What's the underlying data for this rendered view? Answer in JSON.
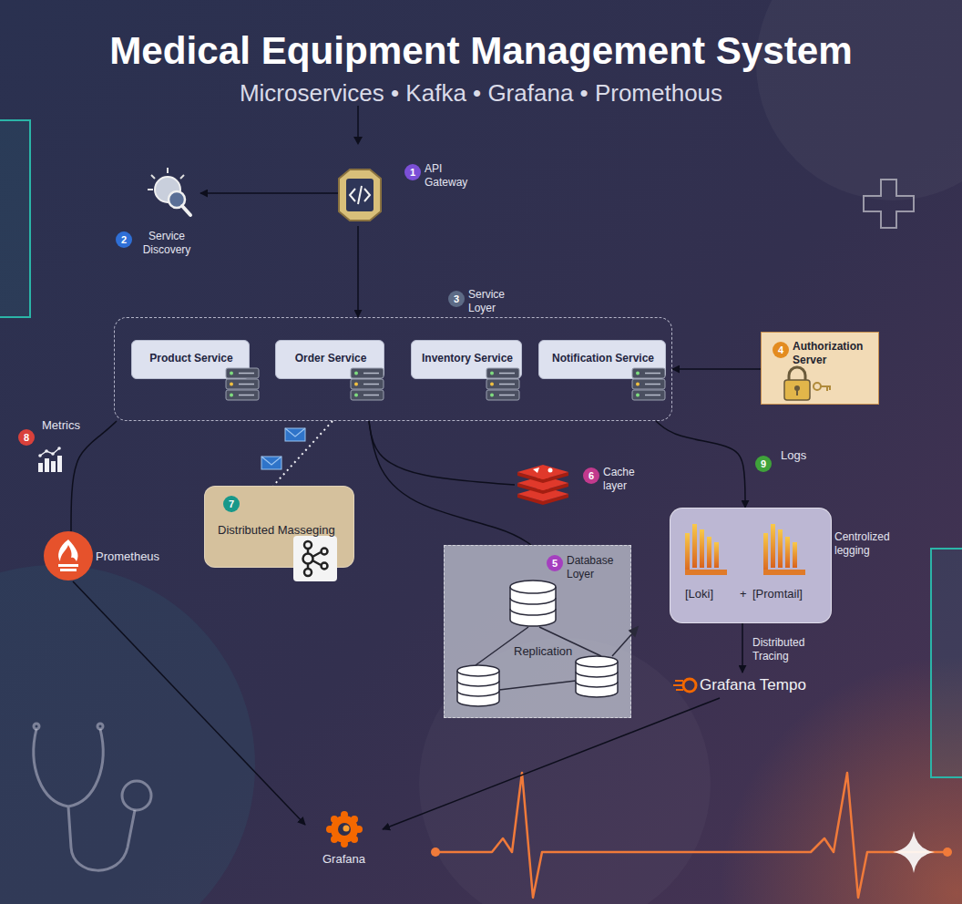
{
  "diagram": {
    "title": "Medical Equipment Management System",
    "nodes": [
      {
        "text": [
          "1",
          "API Gateway"
        ]
      },
      {
        "text": [
          "2",
          "Service Discovery"
        ]
      },
      {
        "text": [
          "3",
          "Service Loyer"
        ]
      },
      {
        "text": [
          "Product Service"
        ],
        "in": 2
      },
      {
        "text": [
          "Order Service"
        ],
        "in": 2
      },
      {
        "text": [
          "Inventory Service"
        ],
        "in": 2
      },
      {
        "text": [
          "Notification Service"
        ],
        "in": 2
      },
      {
        "text": [
          "4",
          "Authorization Server"
        ]
      },
      {
        "text": [
          "Prometheus"
        ]
      },
      {
        "text": [
          "7",
          "Distributed Masseging"
        ]
      },
      {
        "text": [
          "6",
          "Cache layer"
        ]
      },
      {
        "text": [
          "5",
          "Database Loyer",
          "Replication"
        ]
      },
      {
        "text": [
          "Centrolized legging",
          "[Loki]",
          "+",
          "[Promtail]"
        ]
      },
      {
        "text": [
          "Grafana Tempo"
        ]
      },
      {
        "text": [
          "Grafana"
        ]
      }
    ],
    "edges": [
      {
        "from": 0,
        "to": 1,
        "arrow": "to"
      },
      {
        "from": 0,
        "to": 2,
        "arrow": "to"
      },
      {
        "from": 7,
        "to": 2,
        "arrow": "to"
      },
      {
        "from": 2,
        "to": 8,
        "label": "Metrics",
        "arrow": "none"
      },
      {
        "from": 2,
        "to": 9,
        "arrow": "none"
      },
      {
        "from": 2,
        "to": 10,
        "arrow": "none"
      },
      {
        "from": 2,
        "to": 11,
        "arrow": "none"
      },
      {
        "from": 2,
        "to": 12,
        "label": "Logs",
        "arrow": "to"
      },
      {
        "from": 12,
        "to": 13,
        "label": "Distributed Tracing",
        "arrow": "to"
      },
      {
        "from": 8,
        "to": 14,
        "arrow": "to"
      },
      {
        "from": 13,
        "to": 14,
        "arrow": "to"
      }
    ],
    "labels": [
      "Microservices • Kafka • Grafana • Promethous",
      "8",
      "9"
    ]
  }
}
